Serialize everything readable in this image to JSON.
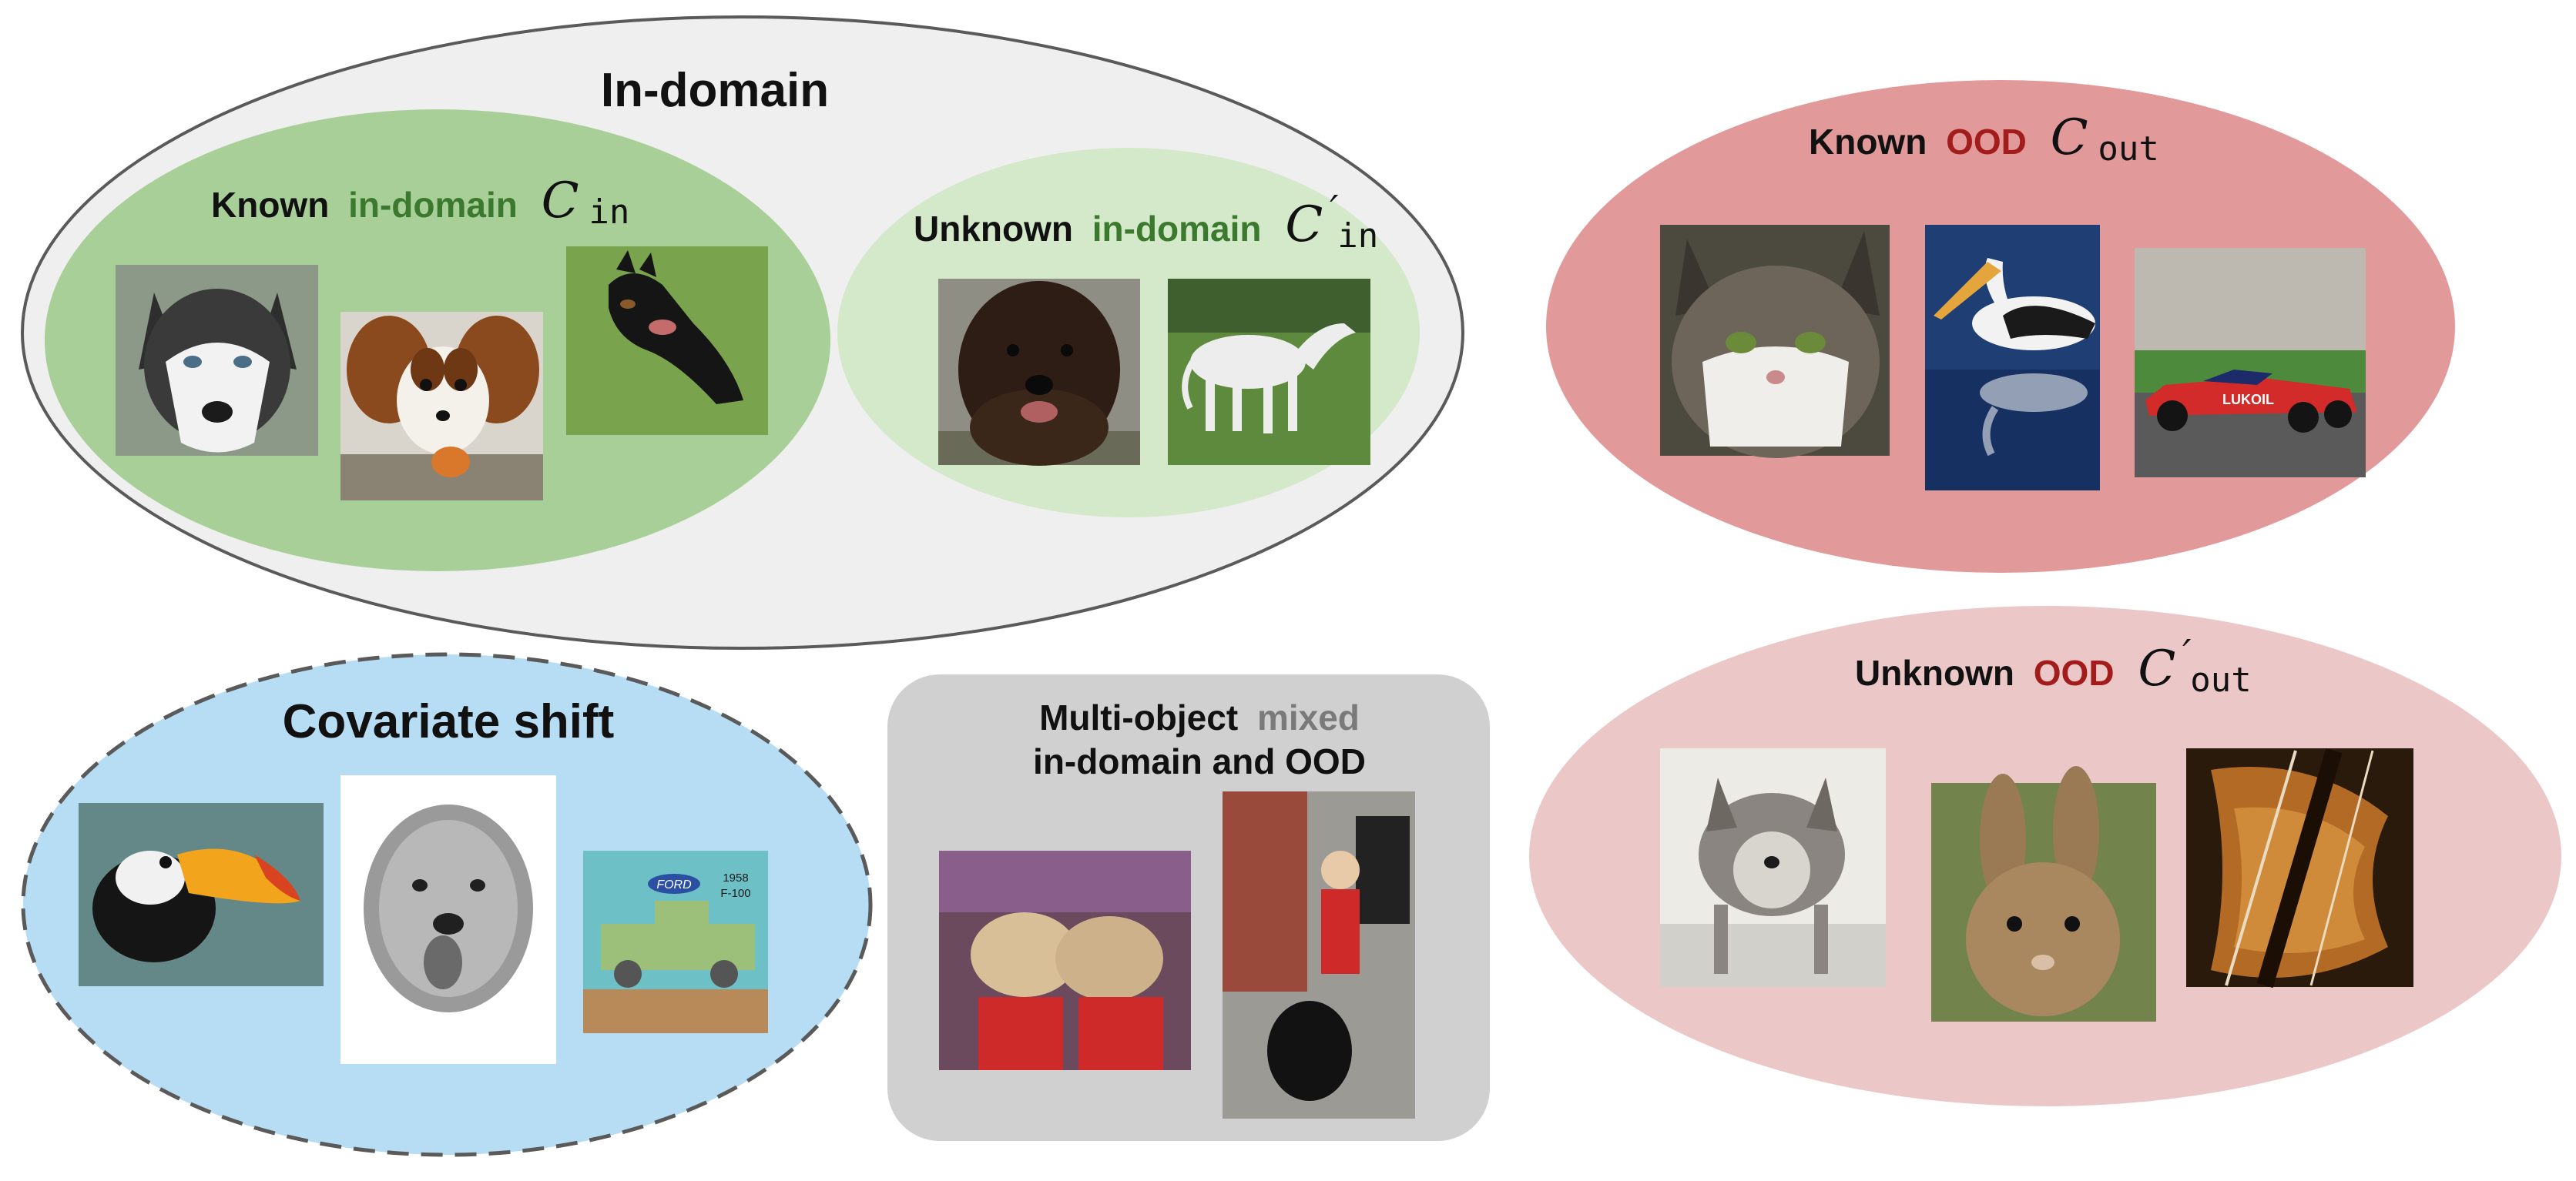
{
  "colors": {
    "in_domain_green": "#3b7a2e",
    "ood_red": "#a31c1c",
    "mixed_gray": "#7a7a7a",
    "in_domain_bg": "#efefef",
    "known_in_bg": "#a8cf98",
    "unknown_in_bg": "#d3e9c9",
    "known_ood_bg": "#e1999a",
    "unknown_ood_bg": "#ecc7c8",
    "covariate_bg": "#b6ddf3",
    "multi_bg": "#d0d0d0"
  },
  "in_domain": {
    "title": "In-domain"
  },
  "known_in": {
    "word": "Known",
    "colored": "in-domain",
    "symbol": "C",
    "subscript": "in",
    "images": [
      "husky",
      "papillon",
      "doberman"
    ]
  },
  "unknown_in": {
    "word": "Unknown",
    "colored": "in-domain",
    "symbol": "C",
    "prime": "′",
    "subscript": "in",
    "images": [
      "water-spaniel",
      "borzoi"
    ]
  },
  "known_ood": {
    "word": "Known",
    "colored": "OOD",
    "symbol": "C",
    "subscript": "out",
    "images": [
      "cat",
      "pelican",
      "race-car"
    ],
    "car_text": "LUKOIL"
  },
  "unknown_ood": {
    "word": "Unknown",
    "colored": "OOD",
    "symbol": "C",
    "prime": "′",
    "subscript": "out",
    "images": [
      "wolf",
      "rabbit",
      "violin"
    ]
  },
  "covariate": {
    "title": "Covariate shift",
    "images": [
      "toucan",
      "dog-sketch",
      "truck-drawing"
    ],
    "truck_tag": "FORD",
    "truck_year": "1958",
    "truck_model": "F-100"
  },
  "multi_object": {
    "line1_a": "Multi-object",
    "line1_b": "mixed",
    "line2": "in-domain and OOD",
    "images": [
      "dogs-on-stools",
      "child-with-dog"
    ]
  }
}
